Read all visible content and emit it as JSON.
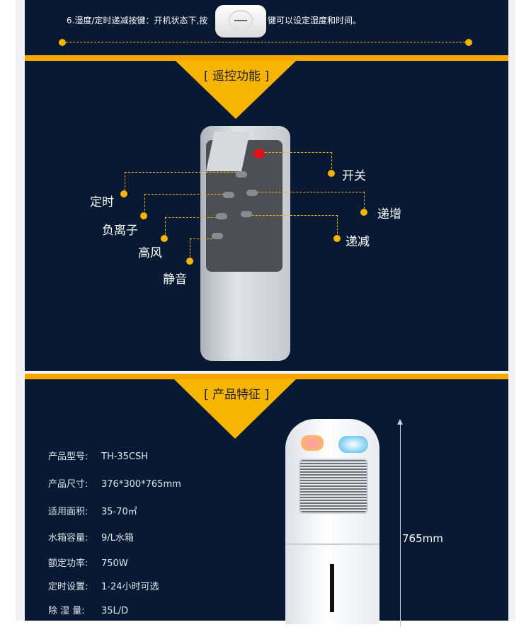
{
  "instruction": {
    "before": "6.湿度/定时递减按键：开机状态下,按",
    "button_glyph": "—",
    "after": "键可以设定湿度和时间。"
  },
  "sections": {
    "remote_title": "[ 遥控功能 ]",
    "features_title": "[ 产品特征 ]"
  },
  "remote_labels": {
    "power": "开关",
    "timer": "定时",
    "anion": "负离子",
    "increase": "递增",
    "high_wind": "高风",
    "decrease": "递减",
    "silent": "静音"
  },
  "specs": [
    {
      "label": "产品型号:",
      "value": "TH-35CSH"
    },
    {
      "label": "产品尺寸:",
      "value": "376*300*765mm"
    },
    {
      "label": "适用面积:",
      "value": "35-70㎡"
    },
    {
      "label": "水箱容量:",
      "value": "9/L水箱"
    },
    {
      "label": "额定功率:",
      "value": "750W"
    },
    {
      "label": "定时设置:",
      "value": "1-24小时可选"
    },
    {
      "label": "除 湿 量:",
      "value": "35L/D"
    }
  ],
  "dimension": "765mm",
  "colors": {
    "background": "#081a33",
    "accent": "#f7a600"
  }
}
